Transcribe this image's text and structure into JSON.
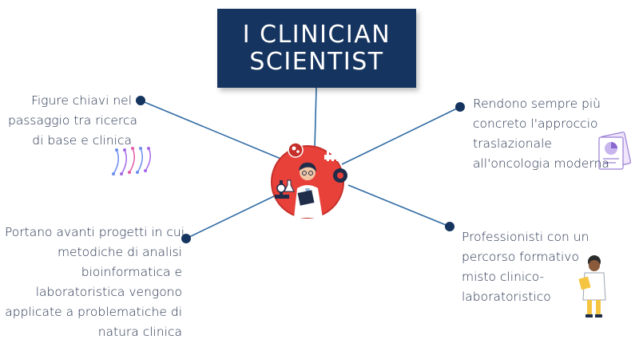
{
  "title": {
    "line1": "I CLINICIAN",
    "line2": "SCIENTIST"
  },
  "branches": {
    "top_left": [
      "Figure chiavi nel",
      "passaggio tra ricerca",
      "di base e clinica"
    ],
    "bottom_left": [
      "Portano avanti progetti in cui",
      "metodiche di analisi",
      "bioinformatica e",
      "laboratoristica vengono",
      "applicate a problematiche di",
      "natura clinica"
    ],
    "top_right": [
      "Rendono sempre più",
      "concreto l'approccio",
      "traslazionale",
      "all'oncologia moderna"
    ],
    "bottom_right": [
      "Professionisti con un",
      "percorso formativo",
      "misto clinico-",
      "laboratoristico"
    ]
  },
  "colors": {
    "title_bg": "#15345f",
    "line": "#2f6aa3",
    "node": "#15345f",
    "hub": "#e8413a"
  },
  "icons": {
    "center": "scientist-icon",
    "top_left": "dna-icon",
    "top_right": "report-chart-icon",
    "bottom_right": "researcher-icon"
  }
}
